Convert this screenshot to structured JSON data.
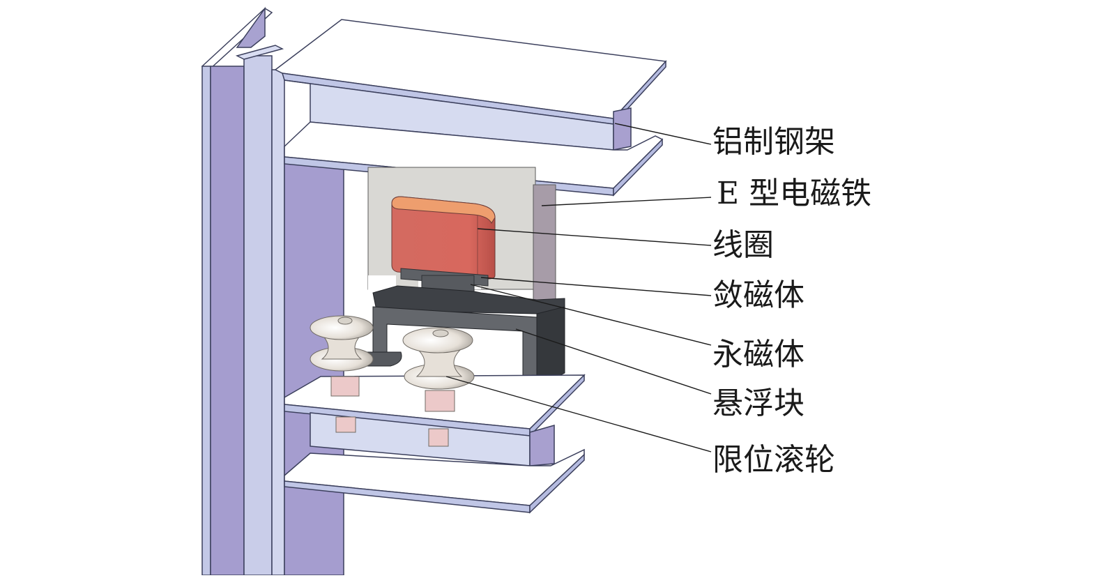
{
  "figure": {
    "labels": [
      {
        "id": "aluminum-frame",
        "text": "铝制钢架"
      },
      {
        "id": "e-electromagnet",
        "text": "E 型电磁铁"
      },
      {
        "id": "coil",
        "text": "线圈"
      },
      {
        "id": "flux-concentrator",
        "text": "敛磁体"
      },
      {
        "id": "permanent-magnet",
        "text": "永磁体"
      },
      {
        "id": "levitation-block",
        "text": "悬浮块"
      },
      {
        "id": "limit-roller",
        "text": "限位滚轮"
      }
    ],
    "colors": {
      "steel_light": "#d6dcef",
      "steel_mid": "#b9c0e0",
      "steel_dark": "#a39ccc",
      "steel_face": "#ffffff",
      "magnet_core": "#d9d8d4",
      "magnet_core_side": "#a59aa6",
      "coil_red": "#d8685e",
      "coil_top": "#eb9a6c",
      "block_dark": "#4a4d52",
      "block_mid": "#6b6e73",
      "roller_light": "#ede8e0",
      "nut_pink": "#ecc9c9",
      "leader_line": "#1a1a1a"
    }
  }
}
